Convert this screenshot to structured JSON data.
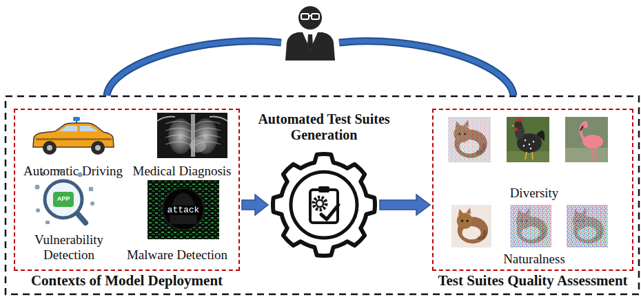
{
  "diagram": {
    "nodes": [
      {
        "text": [
          "Automatic Driving",
          "Medical Diagnosis",
          "Vulnerability Detection",
          "Malware Detection",
          "Contexts of Model Deployment"
        ]
      },
      {
        "text": [
          "Automated Test Suites Generation"
        ]
      },
      {
        "text": [
          "Diversity",
          "Naturalness",
          "Test Suites Quality Assessment"
        ]
      }
    ],
    "edges": [
      {
        "from": 0,
        "to": 1,
        "arrow": "to"
      },
      {
        "from": 1,
        "to": 2,
        "arrow": "to"
      }
    ],
    "labels": [
      "APP",
      "attack"
    ]
  }
}
